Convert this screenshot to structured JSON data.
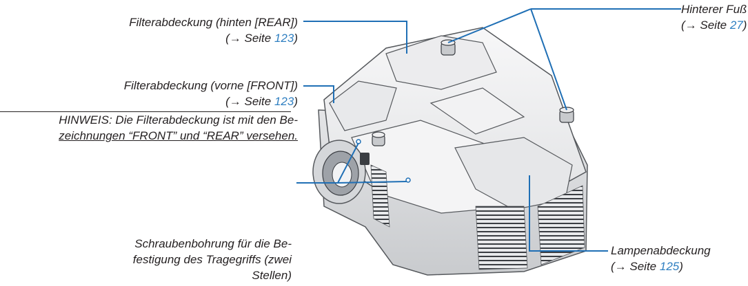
{
  "callouts": {
    "filter_rear": {
      "line1": "Filterabdeckung (hinten [REAR])",
      "prefix": "(→ Seite ",
      "page": "123",
      "suffix": ")"
    },
    "filter_front": {
      "line1": "Filterabdeckung (vorne [FRONT])",
      "prefix": "(→ Seite ",
      "page": "123",
      "suffix": ")"
    },
    "note": {
      "line1": "HINWEIS: Die Filterabdeckung ist mit den Be-",
      "line2": "zeichnungen “FRONT” und “REAR” versehen."
    },
    "screw_holes": {
      "line1": "Schraubenbohrung für die Be-",
      "line2": "festigung des Tragegriffs (zwei",
      "line3": "Stellen)"
    },
    "rear_foot": {
      "line1": "Hinterer Fuß",
      "prefix": "(→ Seite ",
      "page": "27",
      "suffix": ")"
    },
    "lamp_cover": {
      "line1": "Lampenabdeckung",
      "prefix": "(→ Seite ",
      "page": "125",
      "suffix": ")"
    }
  },
  "colors": {
    "leader_line": "#1f6fb5",
    "page_link": "#2f7fc1",
    "text": "#231f20"
  }
}
